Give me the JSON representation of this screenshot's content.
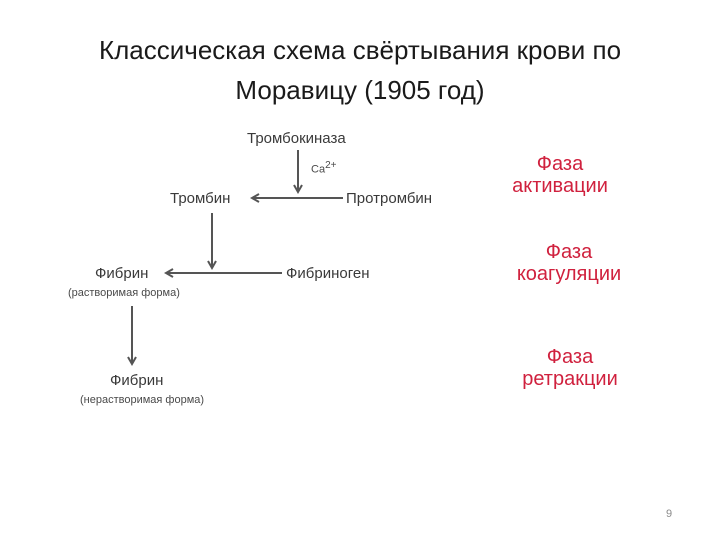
{
  "slide": {
    "title_line1": "Классическая схема свёртывания крови по",
    "title_line2": "Моравицу (1905 год)",
    "page_number": "9"
  },
  "diagram": {
    "thrombokinase": "Тромбокиназа",
    "calcium": "Ca",
    "calcium_charge": "2+",
    "thrombin": "Тромбин",
    "prothrombin": "Протромбин",
    "fibrin_soluble": "Фибрин",
    "fibrin_soluble_note": "(растворимая форма)",
    "fibrinogen": "Фибриноген",
    "fibrin_insoluble": "Фибрин",
    "fibrin_insoluble_note": "(нерастворимая форма)"
  },
  "phases": {
    "activation_line1": "Фаза",
    "activation_line2": "активации",
    "coagulation_line1": "Фаза",
    "coagulation_line2": "коагуляции",
    "retraction_line1": "Фаза",
    "retraction_line2": "ретракции"
  },
  "colors": {
    "phase_text": "#d0213e",
    "arrow": "#555555"
  }
}
